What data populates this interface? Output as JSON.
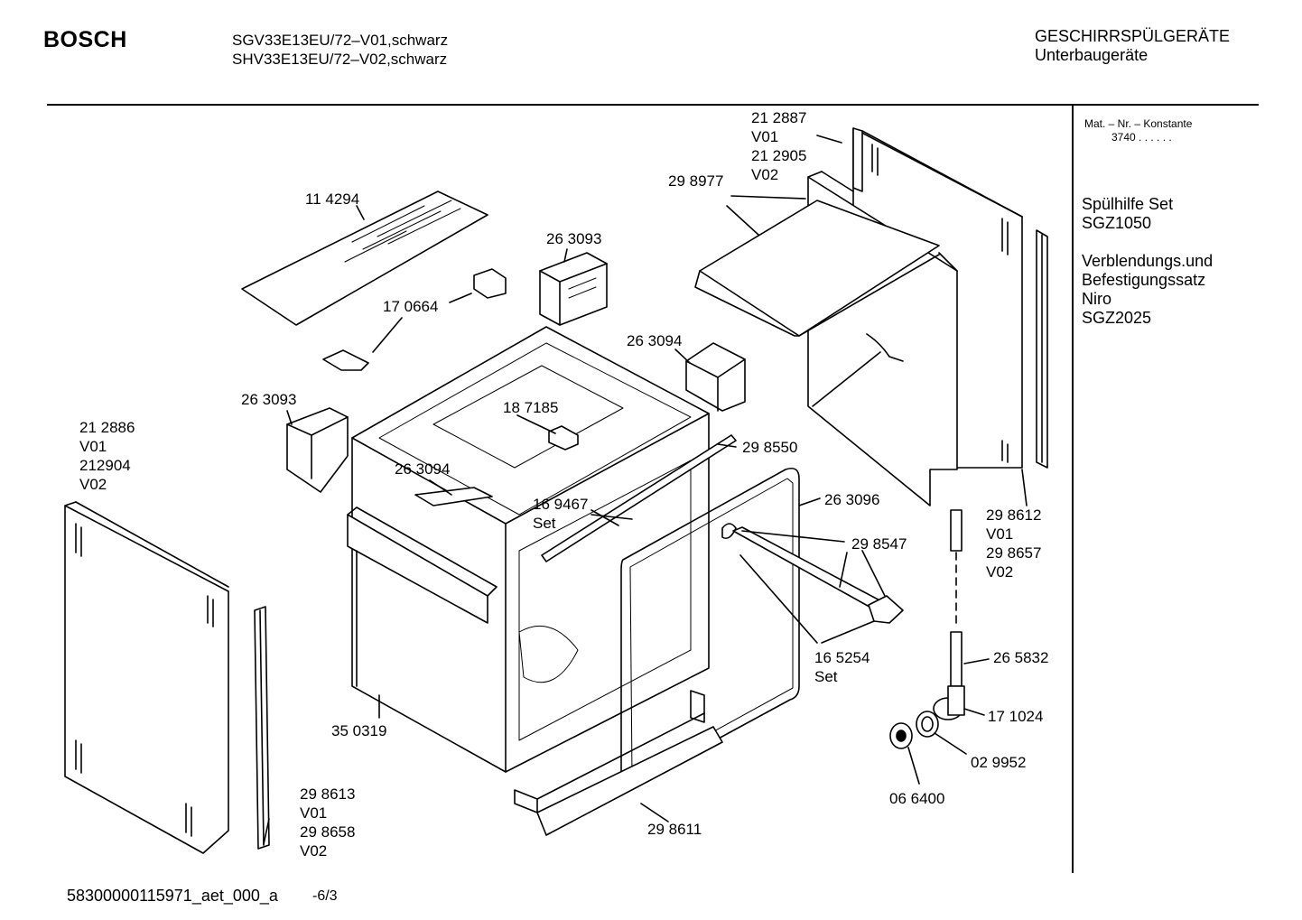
{
  "header": {
    "brand": "BOSCH",
    "model_line_1": "SGV33E13EU/72–V01,schwarz",
    "model_line_2": "SHV33E13EU/72–V02,schwarz",
    "category_line_1": "GESCHIRRSPÜLGERÄTE",
    "category_line_2": "Unterbaugeräte"
  },
  "sidebar": {
    "mat_label": "Mat. – Nr. – Konstante",
    "mat_value": "3740  .  .  .  .  .  .",
    "set1_line1": "Spülhilfe Set",
    "set1_line2": "SGZ1050",
    "set2_line1": "Verblendungs.und",
    "set2_line2": "Befestigungssatz",
    "set2_line3": "Niro",
    "set2_line4": "SGZ2025"
  },
  "callouts": {
    "c212887_a": "21 2887",
    "c212887_b": "V01",
    "c212887_c": "21 2905",
    "c212887_d": "V02",
    "c298977": "29 8977",
    "c114294": "11 4294",
    "c263093_top": "26 3093",
    "c170664": "17 0664",
    "c263094_top": "26 3094",
    "c263093_left": "26 3093",
    "c187185": "18 7185",
    "c212886_a": "21 2886",
    "c212886_b": "V01",
    "c212886_c": "212904",
    "c212886_d": "V02",
    "c263094_mid": "26 3094",
    "c298550": "29 8550",
    "c169467_a": "16 9467",
    "c169467_b": "Set",
    "c263096": "26 3096",
    "c298547": "29 8547",
    "c298612_a": "29 8612",
    "c298612_b": "V01",
    "c298612_c": "29 8657",
    "c298612_d": "V02",
    "c165254_a": "16 5254",
    "c165254_b": "Set",
    "c265832": "26 5832",
    "c171024": "17 1024",
    "c350319": "35 0319",
    "c029952": "02 9952",
    "c066400": "06 6400",
    "c298613_a": "29 8613",
    "c298613_b": "V01",
    "c298613_c": "29 8658",
    "c298613_d": "V02",
    "c298611": "29 8611"
  },
  "footer": {
    "doc_id": "58300000115971_aet_000_a",
    "page": "-6/3"
  }
}
